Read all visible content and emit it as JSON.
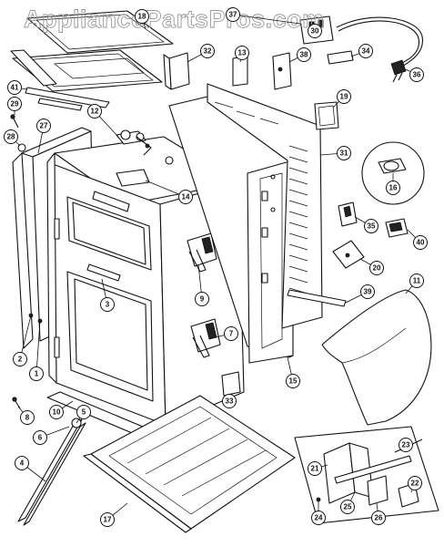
{
  "watermark": "AppliancePartsPros.com",
  "callouts": [
    "1",
    "2",
    "3",
    "4",
    "5",
    "6",
    "7",
    "8",
    "9",
    "10",
    "11",
    "12",
    "13",
    "14",
    "15",
    "16",
    "17",
    "18",
    "19",
    "20",
    "21",
    "22",
    "23",
    "24",
    "25",
    "26",
    "27",
    "28",
    "29",
    "30",
    "31",
    "32",
    "33",
    "34",
    "35",
    "36",
    "37",
    "38",
    "39",
    "40",
    "41"
  ]
}
